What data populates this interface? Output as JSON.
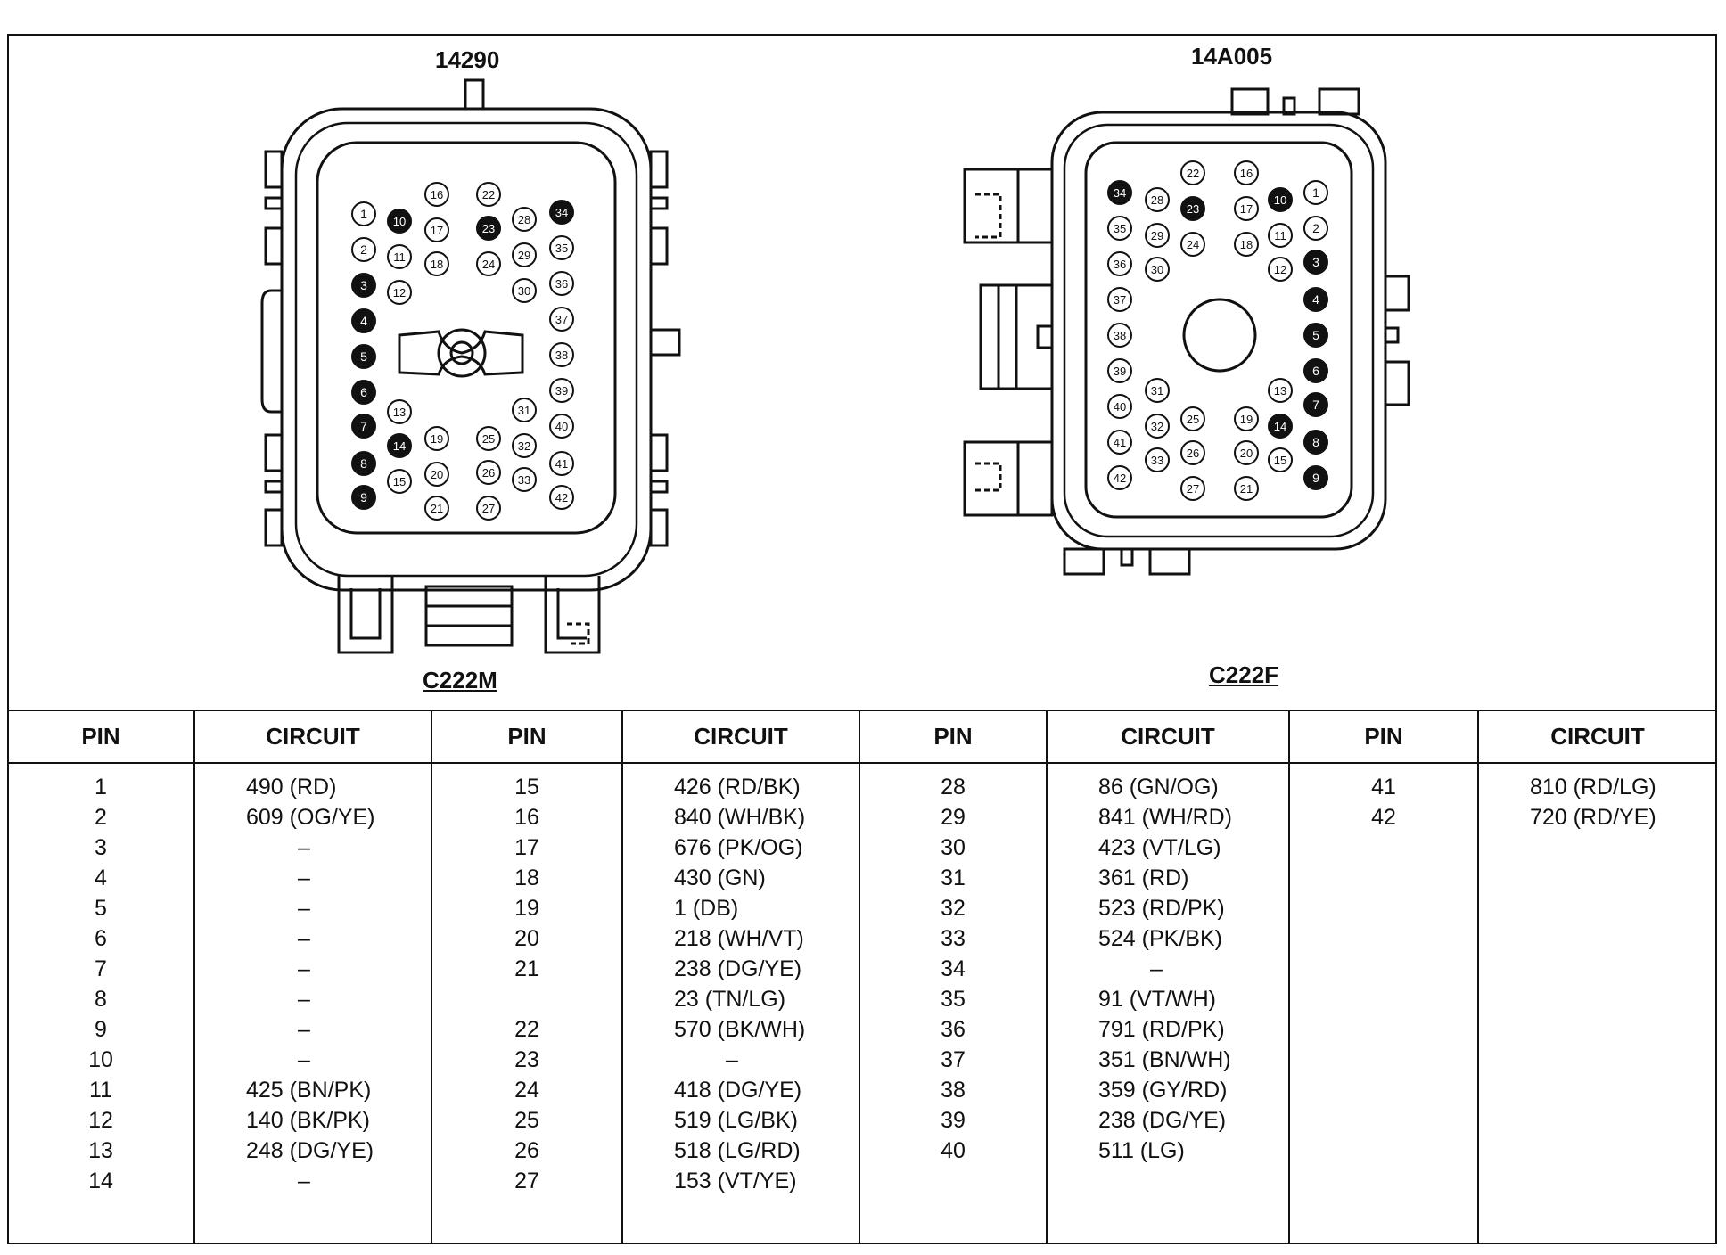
{
  "connectors": [
    {
      "part_number": "14290",
      "name": "C222M"
    },
    {
      "part_number": "14A005",
      "name": "C222F"
    }
  ],
  "table": {
    "headers": {
      "pin": "PIN",
      "circuit": "CIRCUIT"
    },
    "columns": [
      {
        "rows": [
          {
            "pin": "1",
            "circuit": "490 (RD)"
          },
          {
            "pin": "2",
            "circuit": "609 (OG/YE)"
          },
          {
            "pin": "3",
            "circuit": "–"
          },
          {
            "pin": "4",
            "circuit": "–"
          },
          {
            "pin": "5",
            "circuit": "–"
          },
          {
            "pin": "6",
            "circuit": "–"
          },
          {
            "pin": "7",
            "circuit": "–"
          },
          {
            "pin": "8",
            "circuit": "–"
          },
          {
            "pin": "9",
            "circuit": "–"
          },
          {
            "pin": "10",
            "circuit": "–"
          },
          {
            "pin": "11",
            "circuit": "425 (BN/PK)"
          },
          {
            "pin": "12",
            "circuit": "140 (BK/PK)"
          },
          {
            "pin": "13",
            "circuit": "248 (DG/YE)"
          },
          {
            "pin": "14",
            "circuit": "–"
          }
        ]
      },
      {
        "rows": [
          {
            "pin": "15",
            "circuit": "426 (RD/BK)"
          },
          {
            "pin": "16",
            "circuit": "840 (WH/BK)"
          },
          {
            "pin": "17",
            "circuit": "676 (PK/OG)"
          },
          {
            "pin": "18",
            "circuit": "430 (GN)"
          },
          {
            "pin": "19",
            "circuit": "1 (DB)"
          },
          {
            "pin": "20",
            "circuit": "218 (WH/VT)"
          },
          {
            "pin": "21",
            "circuit": "238 (DG/YE)"
          },
          {
            "pin": "",
            "circuit": "23 (TN/LG)"
          },
          {
            "pin": "22",
            "circuit": "570 (BK/WH)"
          },
          {
            "pin": "23",
            "circuit": "–"
          },
          {
            "pin": "24",
            "circuit": "418 (DG/YE)"
          },
          {
            "pin": "25",
            "circuit": "519 (LG/BK)"
          },
          {
            "pin": "26",
            "circuit": "518 (LG/RD)"
          },
          {
            "pin": "27",
            "circuit": "153 (VT/YE)"
          }
        ]
      },
      {
        "rows": [
          {
            "pin": "28",
            "circuit": "86 (GN/OG)"
          },
          {
            "pin": "29",
            "circuit": "841 (WH/RD)"
          },
          {
            "pin": "30",
            "circuit": "423 (VT/LG)"
          },
          {
            "pin": "31",
            "circuit": "361 (RD)"
          },
          {
            "pin": "32",
            "circuit": "523 (RD/PK)"
          },
          {
            "pin": "33",
            "circuit": "524 (PK/BK)"
          },
          {
            "pin": "34",
            "circuit": "–"
          },
          {
            "pin": "35",
            "circuit": "91 (VT/WH)"
          },
          {
            "pin": "36",
            "circuit": "791 (RD/PK)"
          },
          {
            "pin": "37",
            "circuit": "351 (BN/WH)"
          },
          {
            "pin": "38",
            "circuit": "359 (GY/RD)"
          },
          {
            "pin": "39",
            "circuit": "238 (DG/YE)"
          },
          {
            "pin": "40",
            "circuit": "511 (LG)"
          }
        ]
      },
      {
        "rows": [
          {
            "pin": "41",
            "circuit": "810 (RD/LG)"
          },
          {
            "pin": "42",
            "circuit": "720 (RD/YE)"
          }
        ]
      }
    ]
  },
  "pin_labels": {
    "male": [
      {
        "n": "1",
        "filled": false
      },
      {
        "n": "2",
        "filled": false
      },
      {
        "n": "3",
        "filled": true
      },
      {
        "n": "4",
        "filled": true
      },
      {
        "n": "5",
        "filled": true
      },
      {
        "n": "6",
        "filled": true
      },
      {
        "n": "7",
        "filled": true
      },
      {
        "n": "8",
        "filled": true
      },
      {
        "n": "9",
        "filled": true
      },
      {
        "n": "10",
        "filled": true
      },
      {
        "n": "11",
        "filled": false
      },
      {
        "n": "12",
        "filled": false
      },
      {
        "n": "13",
        "filled": false
      },
      {
        "n": "14",
        "filled": true
      },
      {
        "n": "15",
        "filled": false
      },
      {
        "n": "16",
        "filled": false
      },
      {
        "n": "17",
        "filled": false
      },
      {
        "n": "18",
        "filled": false
      },
      {
        "n": "19",
        "filled": false
      },
      {
        "n": "20",
        "filled": false
      },
      {
        "n": "21",
        "filled": false
      },
      {
        "n": "22",
        "filled": false
      },
      {
        "n": "23",
        "filled": true
      },
      {
        "n": "24",
        "filled": false
      },
      {
        "n": "25",
        "filled": false
      },
      {
        "n": "26",
        "filled": false
      },
      {
        "n": "27",
        "filled": false
      },
      {
        "n": "28",
        "filled": false
      },
      {
        "n": "29",
        "filled": false
      },
      {
        "n": "30",
        "filled": false
      },
      {
        "n": "31",
        "filled": false
      },
      {
        "n": "32",
        "filled": false
      },
      {
        "n": "33",
        "filled": false
      },
      {
        "n": "34",
        "filled": true
      },
      {
        "n": "35",
        "filled": false
      },
      {
        "n": "36",
        "filled": false
      },
      {
        "n": "37",
        "filled": false
      },
      {
        "n": "38",
        "filled": false
      },
      {
        "n": "39",
        "filled": false
      },
      {
        "n": "40",
        "filled": false
      },
      {
        "n": "41",
        "filled": false
      },
      {
        "n": "42",
        "filled": false
      }
    ],
    "female": [
      {
        "n": "1",
        "filled": false
      },
      {
        "n": "2",
        "filled": false
      },
      {
        "n": "3",
        "filled": true
      },
      {
        "n": "4",
        "filled": true
      },
      {
        "n": "5",
        "filled": true
      },
      {
        "n": "6",
        "filled": true
      },
      {
        "n": "7",
        "filled": true
      },
      {
        "n": "8",
        "filled": true
      },
      {
        "n": "9",
        "filled": true
      },
      {
        "n": "10",
        "filled": true
      },
      {
        "n": "11",
        "filled": false
      },
      {
        "n": "12",
        "filled": false
      },
      {
        "n": "13",
        "filled": false
      },
      {
        "n": "14",
        "filled": true
      },
      {
        "n": "15",
        "filled": false
      },
      {
        "n": "16",
        "filled": false
      },
      {
        "n": "17",
        "filled": false
      },
      {
        "n": "18",
        "filled": false
      },
      {
        "n": "19",
        "filled": false
      },
      {
        "n": "20",
        "filled": false
      },
      {
        "n": "21",
        "filled": false
      },
      {
        "n": "22",
        "filled": false
      },
      {
        "n": "23",
        "filled": true
      },
      {
        "n": "24",
        "filled": false
      },
      {
        "n": "25",
        "filled": false
      },
      {
        "n": "26",
        "filled": false
      },
      {
        "n": "27",
        "filled": false
      },
      {
        "n": "28",
        "filled": false
      },
      {
        "n": "29",
        "filled": false
      },
      {
        "n": "30",
        "filled": false
      },
      {
        "n": "31",
        "filled": false
      },
      {
        "n": "32",
        "filled": false
      },
      {
        "n": "33",
        "filled": false
      },
      {
        "n": "34",
        "filled": true
      },
      {
        "n": "35",
        "filled": false
      },
      {
        "n": "36",
        "filled": false
      },
      {
        "n": "37",
        "filled": false
      },
      {
        "n": "38",
        "filled": false
      },
      {
        "n": "39",
        "filled": false
      },
      {
        "n": "40",
        "filled": false
      },
      {
        "n": "41",
        "filled": false
      },
      {
        "n": "42",
        "filled": false
      }
    ]
  }
}
